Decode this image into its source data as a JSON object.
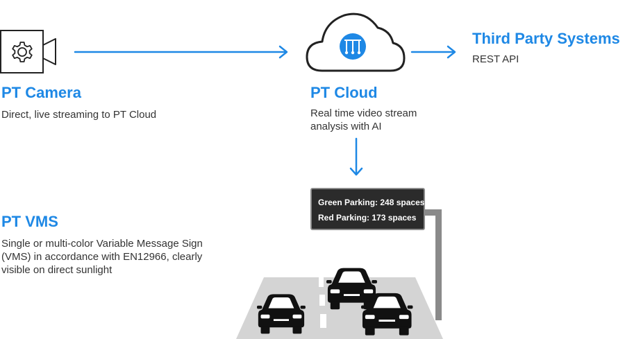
{
  "nodes": {
    "camera": {
      "title": "PT Camera",
      "description": "Direct, live streaming to PT Cloud",
      "icon": "camera-gear-icon"
    },
    "cloud": {
      "title": "PT Cloud",
      "description_lines": [
        "Real time video stream",
        "analysis with AI"
      ],
      "icon": "cloud-chip-icon"
    },
    "third_party": {
      "title": "Third Party Systems",
      "description": "REST API"
    },
    "vms": {
      "title": "PT VMS",
      "description_lines": [
        "Single or multi-color Variable Message Sign",
        "(VMS) in accordance with EN12966, clearly",
        "visible on direct sunlight"
      ]
    }
  },
  "sign": {
    "lines": [
      "Green Parking: 248 spaces",
      "Red Parking: 173 spaces"
    ]
  },
  "colors": {
    "accent": "#1e88e5",
    "road": "#d4d4d4",
    "sign_bg": "#2b2b2b",
    "pole": "#8a8a8a",
    "car": "#111111"
  }
}
